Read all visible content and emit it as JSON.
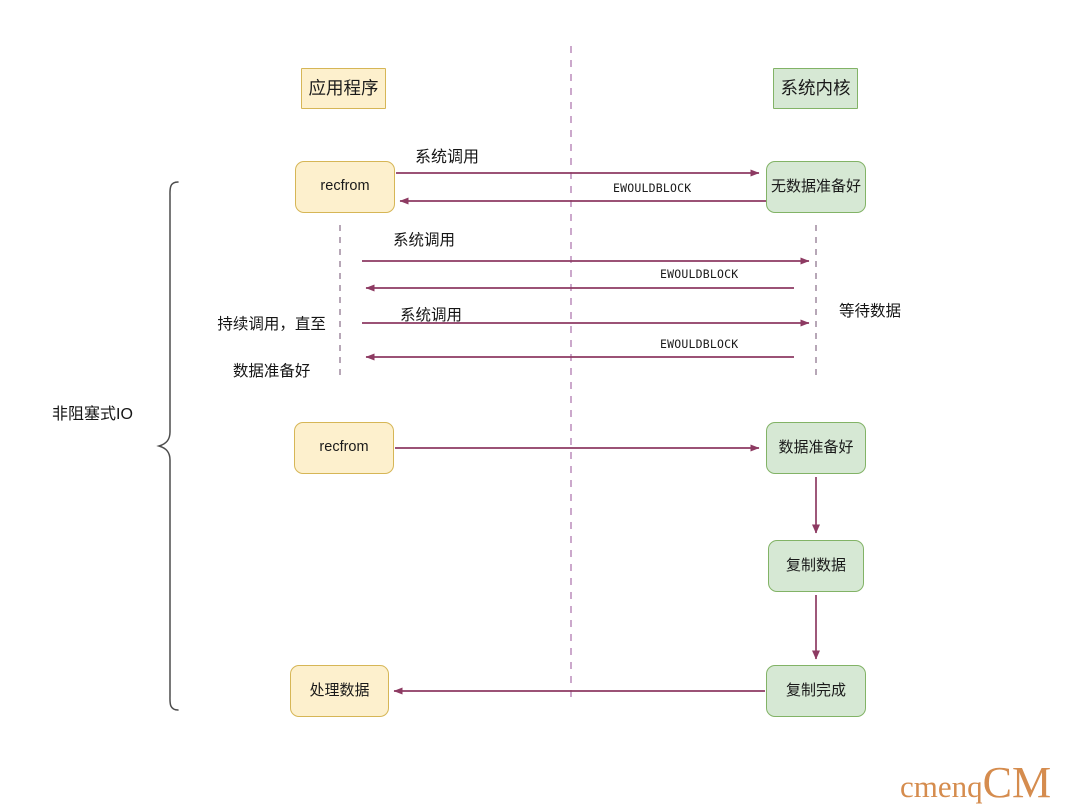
{
  "diagram": {
    "title_label": "非阻塞式IO",
    "lanes": {
      "app_header": "应用程序",
      "kernel_header": "系统内核"
    },
    "nodes": {
      "recvfrom_1": "recfrom",
      "no_data_ready": "无数据准备好",
      "recvfrom_2": "recfrom",
      "data_ready": "数据准备好",
      "copy_data": "复制数据",
      "copy_done": "复制完成",
      "process_data": "处理数据"
    },
    "messages": {
      "syscall_1": "系统调用",
      "ewouldblock_1": "EWOULDBLOCK",
      "syscall_2": "系统调用",
      "ewouldblock_2": "EWOULDBLOCK",
      "syscall_3": "系统调用",
      "ewouldblock_3": "EWOULDBLOCK"
    },
    "annotations": {
      "polling_line1": "持续调用，直至",
      "polling_line2": "数据准备好",
      "waiting_data": "等待数据"
    },
    "colors": {
      "app_fill": "#fdf0cd",
      "app_stroke": "#d6b656",
      "kernel_fill": "#d6e8d4",
      "kernel_stroke": "#82b366",
      "arrow": "#9673a6",
      "arrow_dark": "#8d3a62",
      "lifeline": "#b58ab5",
      "brace": "#555555",
      "watermark": "#d2833f"
    }
  },
  "watermark": {
    "small_text": "cmenq",
    "big_text": "CM"
  }
}
